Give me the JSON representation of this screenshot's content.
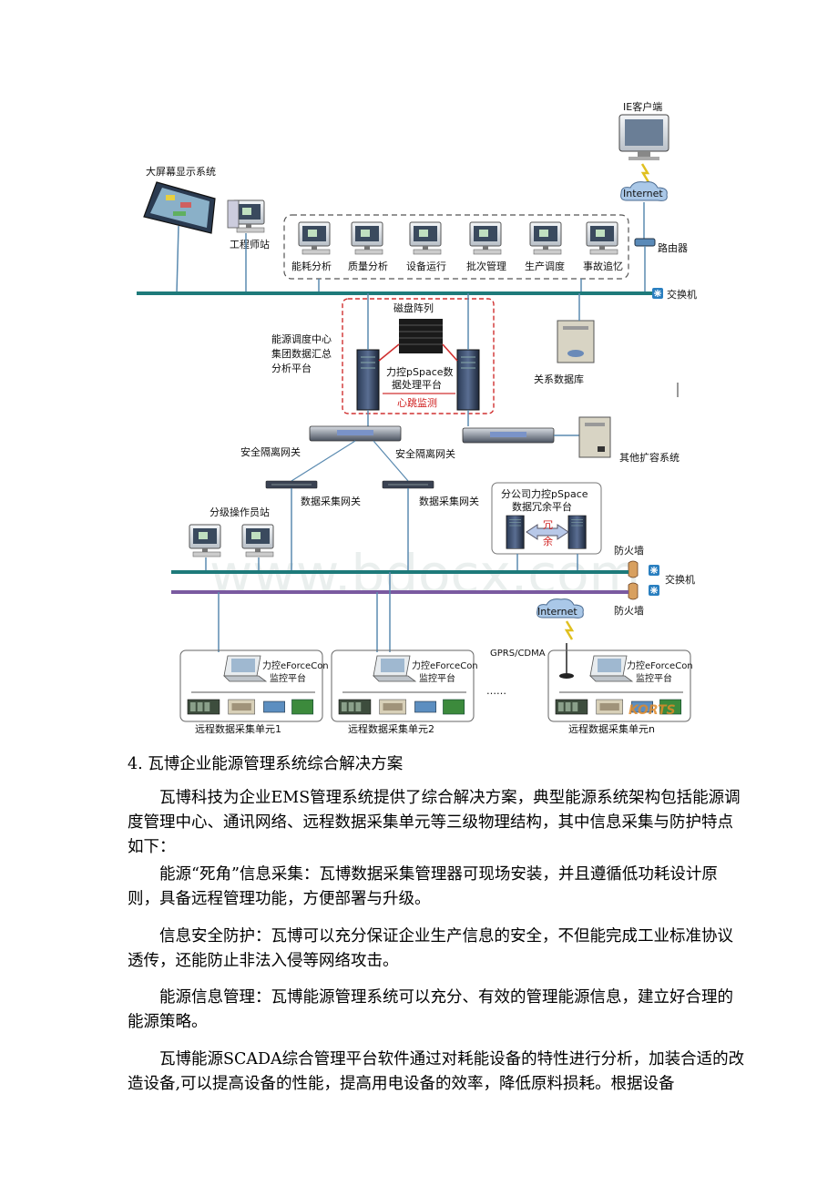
{
  "diagram": {
    "ie_client": "IE客户端",
    "internet_top": "Internet",
    "router": "路由器",
    "big_screen": "大屏幕显示系统",
    "engineer_station": "工程师站",
    "workstations": [
      "能耗分析",
      "质量分析",
      "设备运行",
      "批次管理",
      "生产调度",
      "事故追忆"
    ],
    "switch_top": "交换机",
    "disk_array": "磁盘阵列",
    "center_label": [
      "能源调度中心",
      "集团数据汇总",
      "分析平台"
    ],
    "pspace_platform": [
      "力控pSpace数",
      "据处理平台"
    ],
    "heartbeat": "心跳监测",
    "relational_db": "关系数据库",
    "gateway_left": "安全隔离网关",
    "gateway_right": "安全隔离网关",
    "other_systems": "其他扩容系统",
    "collect_gateway_1": "数据采集网关",
    "collect_gateway_2": "数据采集网关",
    "operator_station": "分级操作员站",
    "branch_platform": [
      "分公司力控pSpace",
      "数据冗余平台"
    ],
    "redundancy": [
      "冗",
      "余"
    ],
    "firewall_1": "防火墙",
    "firewall_2": "防火墙",
    "switch_bottom": "交换机",
    "internet_bottom": "Internet",
    "gprs": "GPRS/CDMA",
    "eforce": [
      "力控eForceCon",
      "监控平台"
    ],
    "remote_units": [
      "远程数据采集单元1",
      "远程数据采集单元2",
      "远程数据采集单元n"
    ],
    "ellipsis": "……",
    "watermark": "www.bdocx.com",
    "logo": "KORTS"
  },
  "document": {
    "heading": "4. 瓦博企业能源管理系统综合解决方案",
    "paragraphs": [
      "瓦博科技为企业EMS管理系统提供了综合解决方案，典型能源系统架构包括能源调度管理中心、通讯网络、远程数据采集单元等三级物理结构，其中信息采集与防护特点如下：",
      "能源“死角”信息采集：瓦博数据采集管理器可现场安装，并且遵循低功耗设计原则，具备远程管理功能，方便部署与升级。",
      "信息安全防护：瓦博可以充分保证企业生产信息的安全，不但能完成工业标准协议透传，还能防止非法入侵等网络攻击。",
      "能源信息管理：瓦博能源管理系统可以充分、有效的管理能源信息，建立好合理的能源策略。",
      "瓦博能源SCADA综合管理平台软件通过对耗能设备的特性进行分析，加装合适的改造设备,可以提高设备的性能，提高用电设备的效率，降低原料损耗。根据设备"
    ]
  }
}
